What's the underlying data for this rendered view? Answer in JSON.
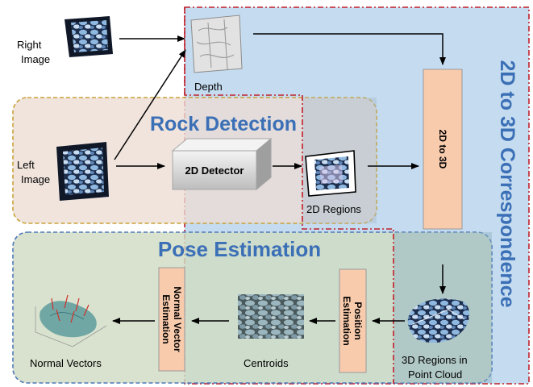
{
  "inputs": {
    "right_image": [
      "Right",
      "Image"
    ],
    "left_image": [
      "Left",
      "Image"
    ]
  },
  "depth_label": "Depth",
  "panels": {
    "correspondence": {
      "title": "2D to 3D Correspondence"
    },
    "detection": {
      "title": "Rock Detection"
    },
    "pose": {
      "title": "Pose Estimation"
    }
  },
  "blocks": {
    "detector": "2D Detector",
    "to3d": "2D to 3D",
    "position": [
      "Position",
      "Estimation"
    ],
    "normal": [
      "Normal Vector",
      "Estimation"
    ]
  },
  "outputs": {
    "regions_2d": "2D Regions",
    "regions_3d": [
      "3D Regions in",
      "Point Cloud"
    ],
    "centroids": "Centroids",
    "normal_vectors": "Normal Vectors"
  },
  "colors": {
    "correspondence_fill": "#c5dcf0",
    "correspondence_border": "#c0202a",
    "detection_fill": "#ecdcd3",
    "detection_border": "#c8a23a",
    "pose_fill": "#cfdcc3",
    "pose_border": "#4f79b8",
    "block_fill": "#f8cbad",
    "title_blue": "#3b6fb6"
  }
}
